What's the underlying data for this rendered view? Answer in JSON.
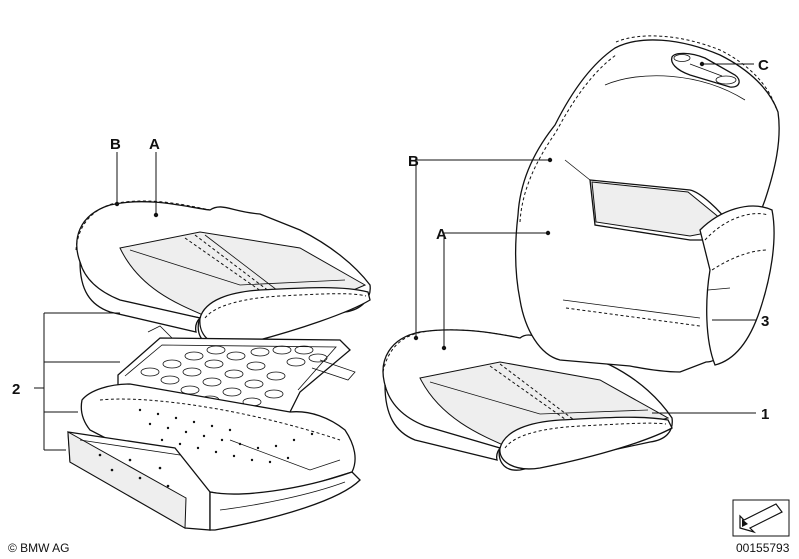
{
  "labels": {
    "a_left": "A",
    "b_left": "B",
    "a_right": "A",
    "b_right": "B",
    "c": "C",
    "num_1": "1",
    "num_2": "2",
    "num_3": "3"
  },
  "footer": {
    "copyright": "© BMW AG",
    "diagram_number": "00155793"
  },
  "icons": {
    "view_arrow": "arrow-icon"
  }
}
